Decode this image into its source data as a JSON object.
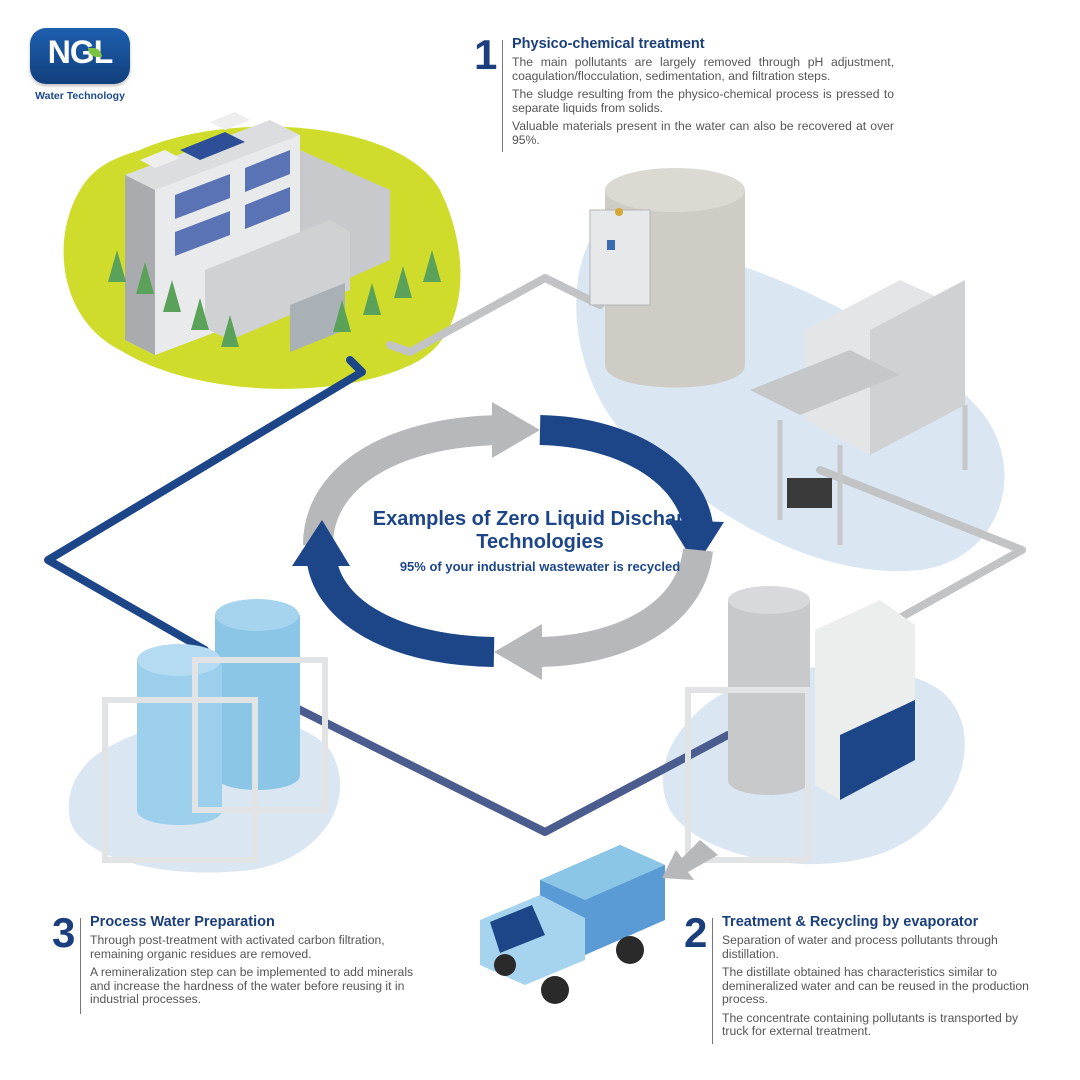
{
  "logo": {
    "brand": "NGL",
    "tagline": "Water Technology"
  },
  "center": {
    "title": "Examples of Zero Liquid Discharge Technologies",
    "subtitle": "95% of your industrial wastewater is recycled"
  },
  "steps": [
    {
      "number": "1",
      "title": "Physico-chemical treatment",
      "paragraphs": [
        "The main pollutants are largely removed through pH adjustment, coagulation/flocculation, sedimentation, and filtration steps.",
        "The sludge resulting from the physico-chemical process is pressed to separate liquids from solids.",
        "Valuable materials present in the water can also be recovered at over 95%."
      ]
    },
    {
      "number": "2",
      "title": "Treatment & Recycling by evaporator",
      "paragraphs": [
        "Separation of water and process pollutants through distillation.",
        "The distillate obtained has characteristics similar to demineralized water and can be reused in the production process.",
        "The concentrate containing pollutants is transported by truck for external treatment."
      ]
    },
    {
      "number": "3",
      "title": "Process Water Preparation",
      "paragraphs": [
        "Through post-treatment with activated carbon filtration, remaining organic residues are removed.",
        "A remineralization step can be implemented to add minerals and increase the hardness of the water before reusing it in industrial processes."
      ]
    }
  ],
  "colors": {
    "navy": "#1b3f7c",
    "dark_pipe": "#1d4688",
    "grey_pipe": "#c2c3c5",
    "lime_ground": "#cfdc2c",
    "pale_blue_ground": "#dbe6f3",
    "tank_blue": "#8cc6e7"
  }
}
